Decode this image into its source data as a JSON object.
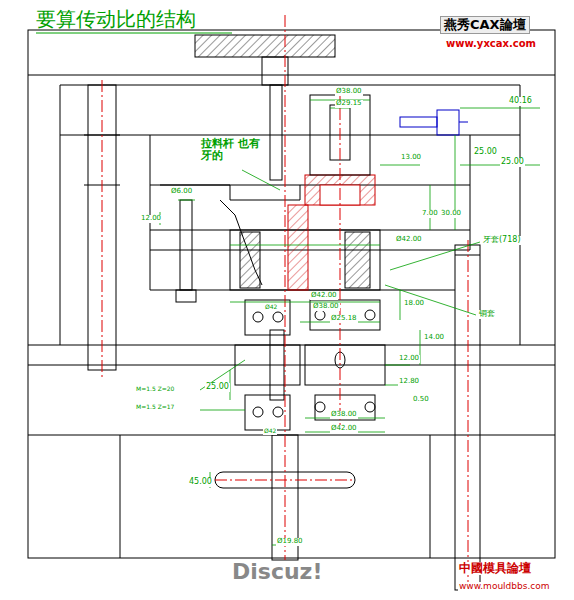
{
  "diagram": {
    "title": "要算传动比的结构",
    "labels": [
      "燕秀CAX論壇",
      "www.yxcax.com",
      "40.16",
      "Ø38.00",
      "Ø29.15",
      "25.00",
      "25.00",
      "拉料杆 也有牙的",
      "13.00",
      "Ø6.00",
      "12.00",
      "7.00",
      "30.00",
      "Ø42.00",
      "牙套(718)",
      "Ø42.00",
      "Ø38.00",
      "Ø25.18",
      "18.00",
      "铜套",
      "14.00",
      "12.00",
      "12.80",
      "0.50",
      "Ø38.00",
      "Ø42.00",
      "Ø42",
      "Ø42",
      "25.00",
      "M=1.5 Z=20",
      "M=1.5 Z=17",
      "45.00",
      "Ø19.80",
      "Discuz!",
      "中國模具論壇",
      "www.mouldbbs.com"
    ]
  }
}
